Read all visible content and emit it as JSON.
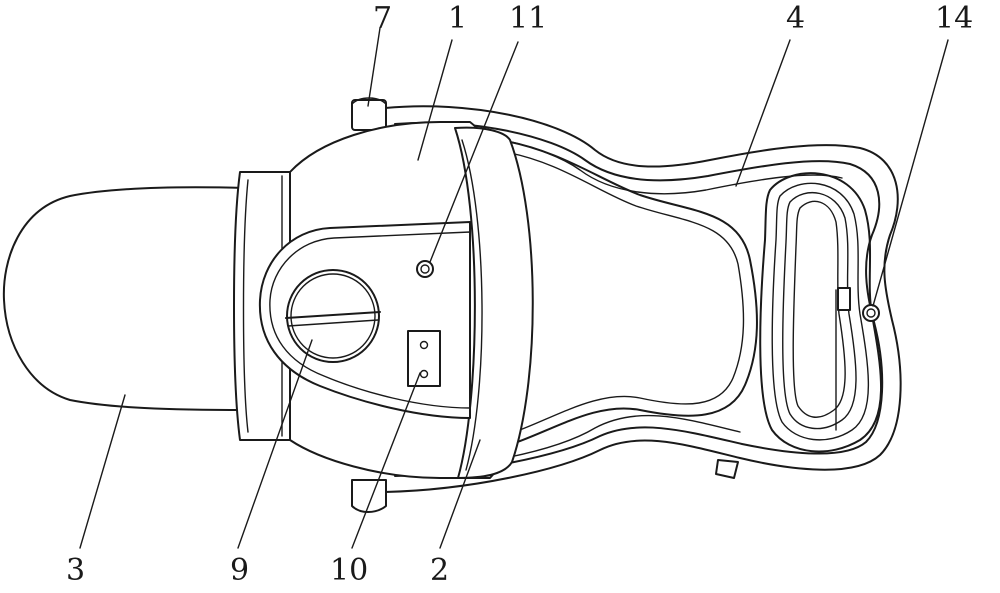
{
  "labels": {
    "l7": "7",
    "l1": "1",
    "l11": "11",
    "l4": "4",
    "l14": "14",
    "l3": "3",
    "l9": "9",
    "l10": "10",
    "l2": "2"
  }
}
